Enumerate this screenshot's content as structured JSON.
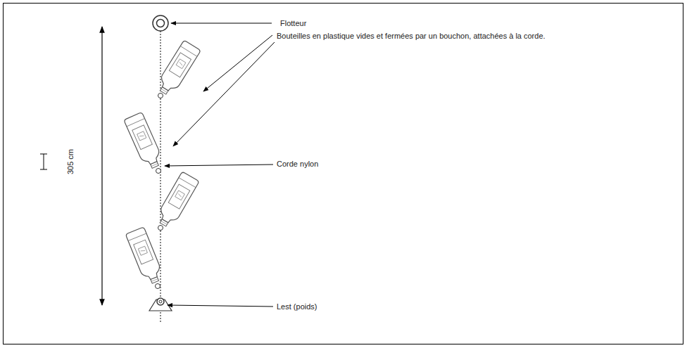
{
  "diagram": {
    "labels": [
      "Flotteur",
      "Bouteilles en plastique vides et fermées par un bouchon, attachées à la corde.",
      "Corde nylon",
      "Lest (poids)",
      "305 cm"
    ]
  }
}
